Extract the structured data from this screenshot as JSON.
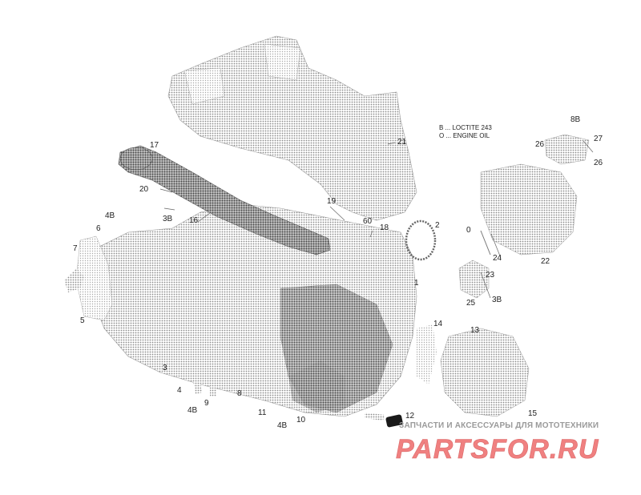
{
  "legend": {
    "line1": "B ... LOCTITE 243",
    "line2": "O ... ENGINE OIL"
  },
  "callouts": {
    "c1": "1",
    "c2": "2",
    "c3": "3",
    "c4": "4",
    "c4b": "4B",
    "c4b2": "4B",
    "c5": "5",
    "c6": "6",
    "c6b": "4B",
    "c7": "7",
    "c8": "8",
    "c9": "9",
    "c10": "10",
    "c11": "11",
    "c12": "12",
    "c13": "13",
    "c14": "14",
    "c15": "15",
    "c16": "16",
    "c16b": "3B",
    "c17": "17",
    "c18": "18",
    "c19": "19",
    "c20": "20",
    "c21": "21",
    "c22": "22",
    "c23": "23",
    "c24": "24",
    "c0": "0",
    "c25": "25",
    "c25b": "3B",
    "c26": "26",
    "c26b": "26",
    "c27": "27",
    "c8b": "8B",
    "c60": "60"
  },
  "watermark": {
    "tagline": "ЗАПЧАСТИ И АКСЕССУАРЫ ДЛЯ МОТОТЕХНИКИ",
    "logo": "PARTSFOR.RU",
    "logo_color": "#f08080"
  }
}
